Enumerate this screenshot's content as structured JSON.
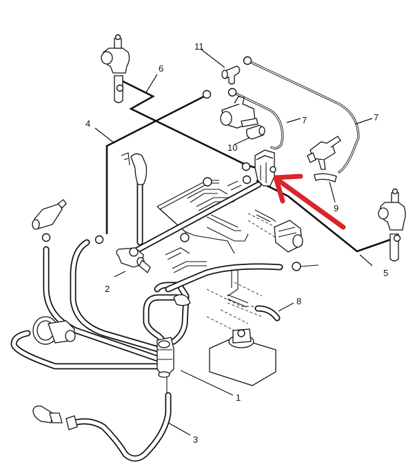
{
  "diagram": {
    "title": "Vacuum / hose routing diagram",
    "highlight_color": "#d9262c",
    "line_color": "#111111",
    "background": "#ffffff",
    "callouts": [
      {
        "id": "1",
        "text": "1"
      },
      {
        "id": "2",
        "text": "2"
      },
      {
        "id": "3",
        "text": "3"
      },
      {
        "id": "4",
        "text": "4"
      },
      {
        "id": "5",
        "text": "5"
      },
      {
        "id": "6",
        "text": "6"
      },
      {
        "id": "7a",
        "text": "7"
      },
      {
        "id": "7b",
        "text": "7"
      },
      {
        "id": "8",
        "text": "8"
      },
      {
        "id": "9",
        "text": "9"
      },
      {
        "id": "10",
        "text": "10"
      },
      {
        "id": "11",
        "text": "11"
      }
    ],
    "annotation": {
      "type": "arrow",
      "points_to": "vacuum solenoid / connector block"
    }
  }
}
